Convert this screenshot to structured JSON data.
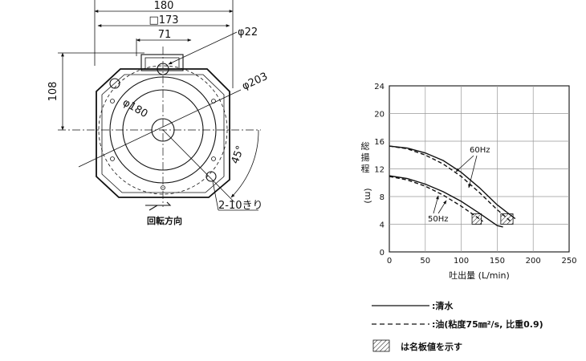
{
  "drawing": {
    "dim_width": "180",
    "dim_flange": "□173",
    "dim_offset": "71",
    "dim_hole": "φ22",
    "dim_height": "108",
    "dim_pcd_outer": "φ203",
    "dim_pcd_inner": "φ180",
    "dim_angle": "45°",
    "dim_bolts": "2-10きり",
    "rotation_label": "回転方向"
  },
  "chart_data": {
    "type": "line",
    "xlabel": "吐出量 (L/min)",
    "ylabel_chars": [
      "総",
      "揚",
      "程"
    ],
    "ylabel_unit": "(m)",
    "xlim": [
      0,
      250
    ],
    "ylim": [
      0,
      24
    ],
    "xticks": [
      0,
      50,
      100,
      150,
      200,
      250
    ],
    "yticks": [
      0,
      4,
      8,
      12,
      16,
      20,
      24
    ],
    "grid": true,
    "series": [
      {
        "group": "60Hz",
        "fluid": "清水",
        "style": "solid",
        "x": [
          0,
          25,
          50,
          75,
          100,
          125,
          150,
          175
        ],
        "y": [
          15.3,
          15.0,
          14.3,
          13.2,
          11.5,
          9.3,
          6.8,
          4.8
        ]
      },
      {
        "group": "60Hz",
        "fluid": "油",
        "style": "dashed",
        "x": [
          0,
          25,
          50,
          75,
          100,
          125,
          150,
          170
        ],
        "y": [
          15.3,
          14.9,
          14.0,
          12.7,
          10.9,
          8.6,
          6.1,
          4.3
        ]
      },
      {
        "group": "50Hz",
        "fluid": "清水",
        "style": "solid",
        "x": [
          0,
          25,
          50,
          75,
          100,
          125,
          150,
          158
        ],
        "y": [
          11.0,
          10.6,
          9.8,
          8.7,
          7.3,
          5.6,
          3.8,
          3.6
        ]
      },
      {
        "group": "50Hz",
        "fluid": "油",
        "style": "dashed",
        "x": [
          0,
          25,
          50,
          75,
          100,
          125,
          130
        ],
        "y": [
          10.9,
          10.4,
          9.5,
          8.2,
          6.6,
          4.8,
          4.4
        ]
      }
    ],
    "annotations": [
      "60Hz",
      "50Hz"
    ],
    "rated_regions": [
      {
        "x": [
          115,
          128
        ],
        "y": [
          4,
          5.5
        ]
      },
      {
        "x": [
          155,
          172
        ],
        "y": [
          4,
          5.5
        ]
      }
    ]
  },
  "legend": {
    "solid": ":清水",
    "dashed": ":油(粘度75㎜²/s, 比重0.9)",
    "hatch": "は名板値を示す"
  }
}
